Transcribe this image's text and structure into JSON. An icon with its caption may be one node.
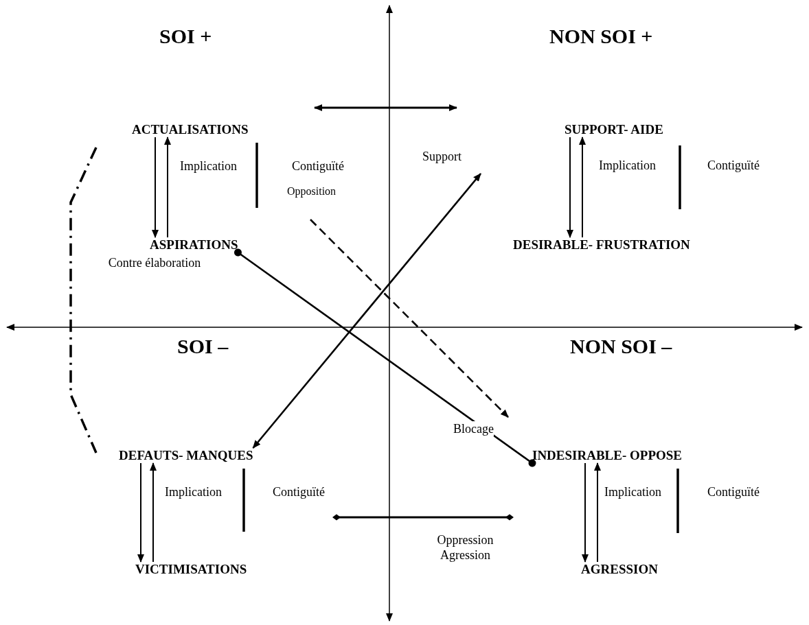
{
  "diagram": {
    "nodes": [
      {
        "text": [
          "ACTUALISATIONS"
        ]
      },
      {
        "text": [
          "ASPIRATIONS"
        ]
      },
      {
        "text": [
          "SUPPORT- AIDE"
        ]
      },
      {
        "text": [
          "DESIRABLE- FRUSTRATION"
        ]
      },
      {
        "text": [
          "DEFAUTS- MANQUES"
        ]
      },
      {
        "text": [
          "VICTIMISATIONS"
        ]
      },
      {
        "text": [
          "INDESIRABLE- OPPOSE"
        ]
      },
      {
        "text": [
          "AGRESSION"
        ]
      }
    ],
    "edges": [
      {
        "from": 0,
        "to": 1,
        "arrow": "to"
      },
      {
        "from": 1,
        "to": 0,
        "arrow": "to"
      },
      {
        "from": 2,
        "to": 3,
        "arrow": "to"
      },
      {
        "from": 3,
        "to": 2,
        "arrow": "to"
      },
      {
        "from": 4,
        "to": 5,
        "arrow": "to"
      },
      {
        "from": 5,
        "to": 4,
        "arrow": "to"
      },
      {
        "from": 6,
        "to": 7,
        "arrow": "to"
      },
      {
        "from": 7,
        "to": 6,
        "arrow": "to"
      },
      {
        "from": 4,
        "to": null,
        "arrow": "both"
      },
      {
        "from": 1,
        "to": 6,
        "arrow": "other"
      }
    ],
    "labels": [
      "SOI +",
      "NON SOI +",
      "Implication",
      "Contiguïté",
      "Support",
      "Implication",
      "Contiguïté",
      "Opposition",
      "Contre élaboration",
      "SOI –",
      "NON SOI –",
      "Blocage",
      "Implication",
      "Contiguïté",
      "Implication",
      "Contiguïté",
      "Oppression Agression"
    ]
  }
}
